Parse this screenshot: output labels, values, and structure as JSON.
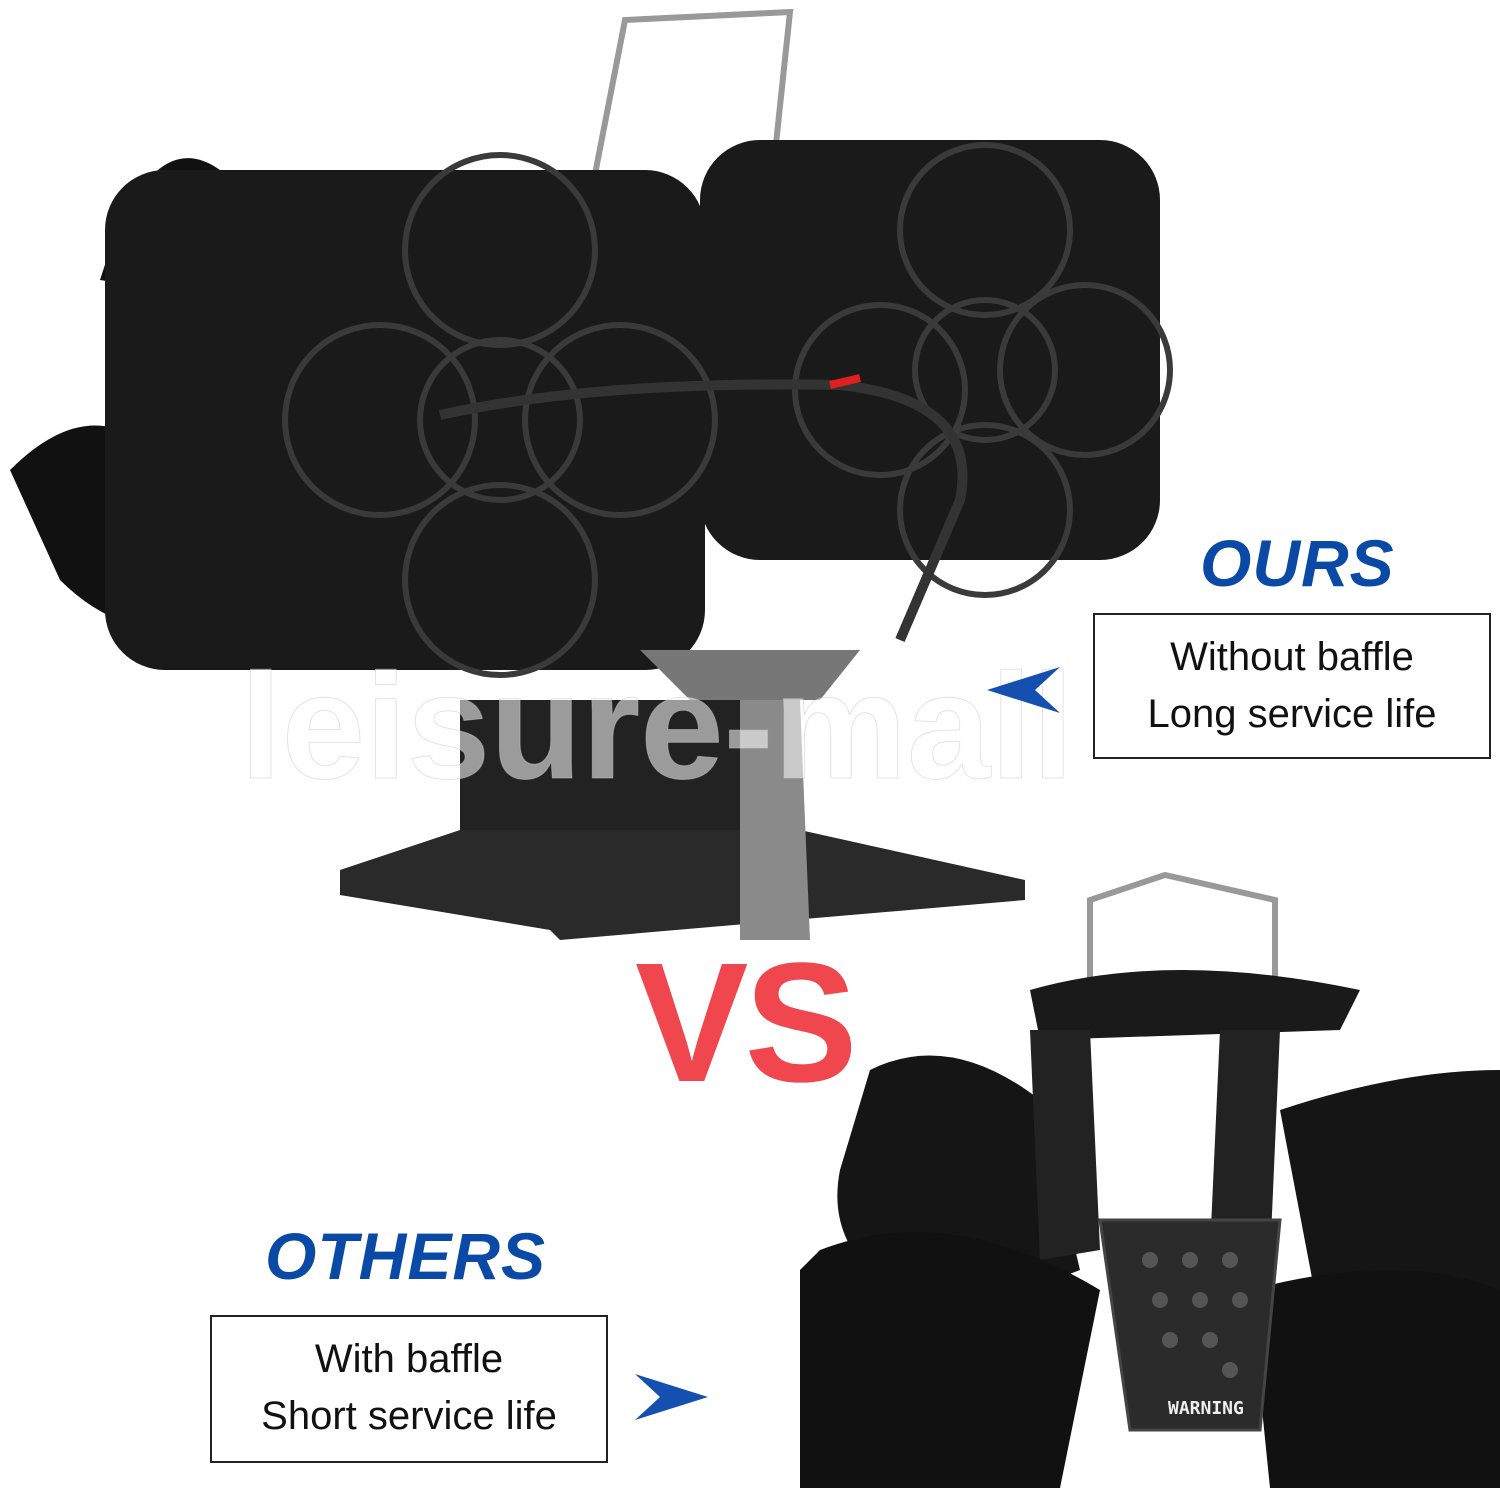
{
  "ours": {
    "heading": "OURS",
    "line1": "Without baffle",
    "line2": "Long service life"
  },
  "vs_label": "VS",
  "others": {
    "heading": "OTHERS",
    "line1": "With baffle",
    "line2": "Short service life"
  },
  "watermark": "leisure-mall",
  "warning_label": "WARNING",
  "colors": {
    "accent_blue": "#0a4aa6",
    "vs_red": "#f0474f"
  }
}
